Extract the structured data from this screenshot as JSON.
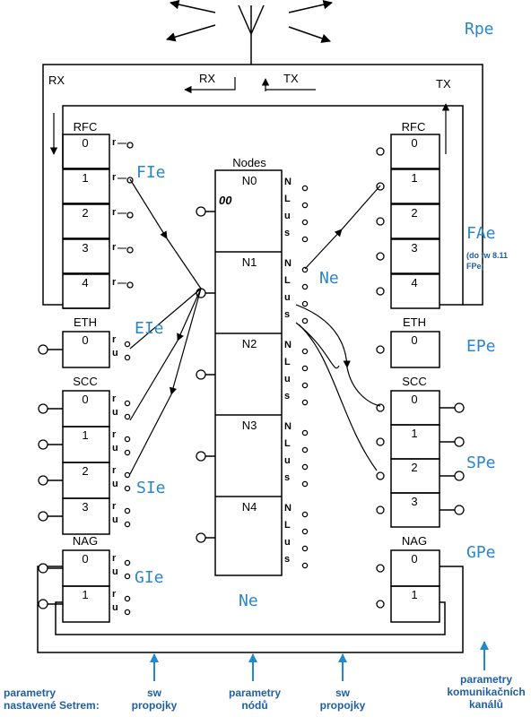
{
  "title_letters": {
    "rx": "RX",
    "tx": "TX"
  },
  "left": {
    "rfc": {
      "title": "RFC",
      "slots": [
        "0",
        "1",
        "2",
        "3",
        "4"
      ],
      "port": "r"
    },
    "eth": {
      "title": "ETH",
      "slots": [
        "0"
      ],
      "ports": [
        "r",
        "u"
      ]
    },
    "scc": {
      "title": "SCC",
      "slots": [
        "0",
        "1",
        "2",
        "3"
      ],
      "ports": [
        "r",
        "u"
      ]
    },
    "nag": {
      "title": "NAG",
      "slots": [
        "0",
        "1"
      ],
      "ports": [
        "r",
        "u"
      ]
    }
  },
  "right": {
    "rfc": {
      "title": "RFC",
      "slots": [
        "0",
        "1",
        "2",
        "3",
        "4"
      ]
    },
    "eth": {
      "title": "ETH",
      "slots": [
        "0"
      ]
    },
    "scc": {
      "title": "SCC",
      "slots": [
        "0",
        "1",
        "2",
        "3"
      ]
    },
    "nag": {
      "title": "NAG",
      "slots": [
        "0",
        "1"
      ]
    }
  },
  "nodes": {
    "title": "Nodes",
    "items": [
      "N0",
      "N1",
      "N2",
      "N3",
      "N4"
    ],
    "n0_value": "00",
    "ports": [
      "N",
      "L",
      "u",
      "s"
    ]
  },
  "tags": {
    "rpe": "Rpe",
    "fie": "FIe",
    "fae": "FAe",
    "fae_note_1": "(do fw 8.11",
    "fae_note_2": "FPe)",
    "ne_right": "Ne",
    "eie": "EIe",
    "epe": "EPe",
    "sie": "SIe",
    "spe": "SPe",
    "gie": "GIe",
    "gpe": "GPe",
    "ne_bottom": "Ne"
  },
  "footer": {
    "setrem": [
      "parametry",
      "nastavené Setrem:"
    ],
    "sw_left": [
      "sw",
      "propojky"
    ],
    "nodu": [
      "parametry",
      "nódů"
    ],
    "sw_right": [
      "sw",
      "propojky"
    ],
    "kanalu": [
      "parametry",
      "komunikačních",
      "kanálů"
    ]
  },
  "colors": {
    "accent": "#2a86c8",
    "footer": "#1f5fa6",
    "line": "#000000"
  }
}
